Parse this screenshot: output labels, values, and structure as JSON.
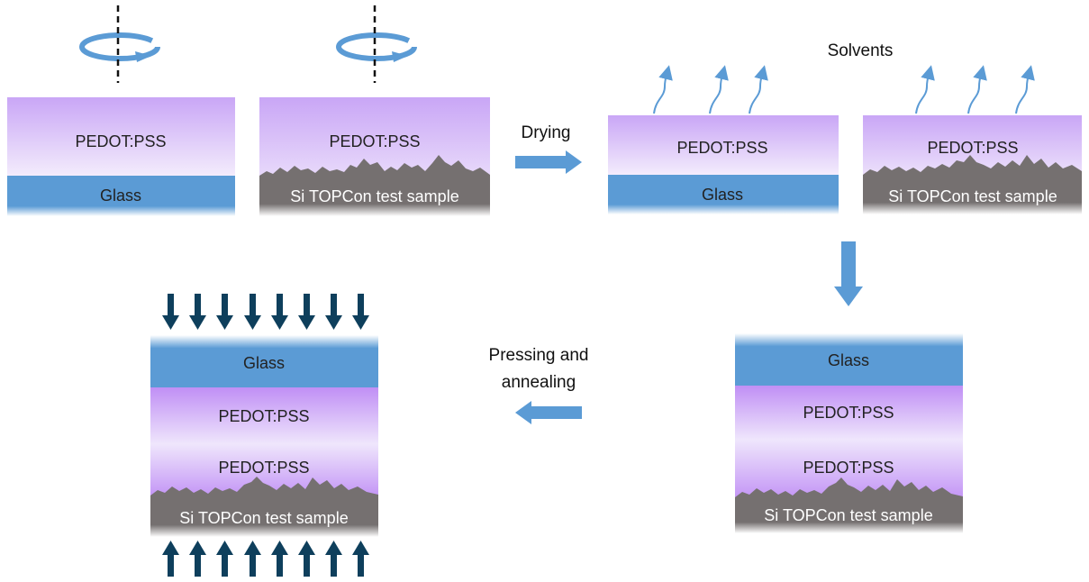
{
  "labels": {
    "pedot": "PEDOT:PSS",
    "glass": "Glass",
    "si": "Si TOPCon test sample",
    "solvents": "Solvents",
    "drying": "Drying",
    "pressing_1": "Pressing and",
    "pressing_2": "annealing"
  },
  "colors": {
    "glass": "#5b9bd5",
    "pedot_top": "#d4b8f7",
    "pedot_bottom": "#f2eafc",
    "silicon": "#757070",
    "arrow": "#5b9bd5",
    "press_arrow": "#0e3f5c",
    "text": "#222222"
  },
  "icons": [
    "spin-rotation-icon",
    "solvent-evaporation-arrow-icon",
    "process-arrow-icon",
    "press-arrow-icon"
  ]
}
